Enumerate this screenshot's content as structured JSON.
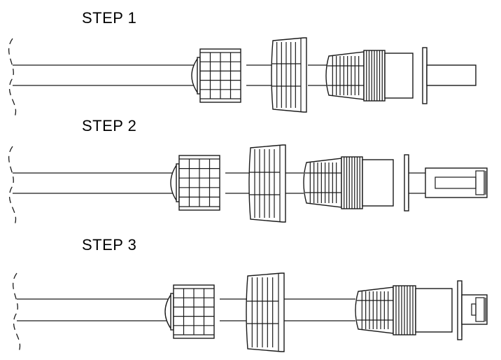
{
  "steps": [
    {
      "label": "STEP 1"
    },
    {
      "label": "STEP 2"
    },
    {
      "label": "STEP 3"
    }
  ],
  "colors": {
    "line": "#1a1a1a",
    "background": "#ffffff"
  }
}
